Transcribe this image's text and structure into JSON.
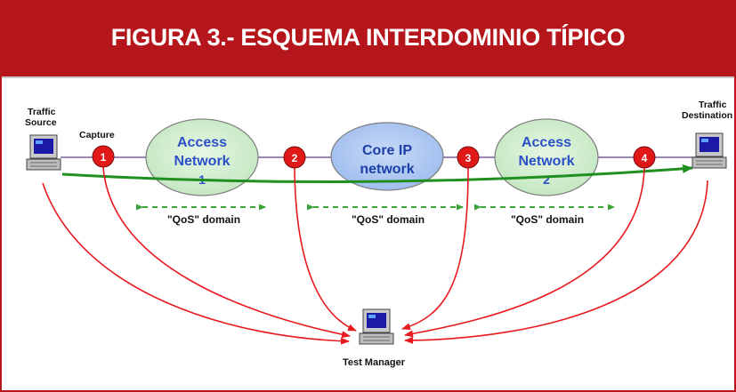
{
  "title": "FIGURA 3.- ESQUEMA INTERDOMINIO TÍPICO",
  "colors": {
    "header_bg": "#b5161b",
    "arrow_red": "#e8191f",
    "green_path": "#1f8f1f",
    "ellipse_green": "#cdeccb",
    "ellipse_blue": "#a9c4ef"
  },
  "nodes": {
    "source": {
      "line1": "Traffic",
      "line2": "Source"
    },
    "destination": {
      "line1": "Traffic",
      "line2": "Destination"
    },
    "test_manager": "Test Manager",
    "capture_label": "Capture"
  },
  "networks": {
    "access1": {
      "line1": "Access",
      "line2": "Network",
      "line3": "1"
    },
    "core": {
      "line1": "Core IP",
      "line2": "network"
    },
    "access2": {
      "line1": "Access",
      "line2": "Network",
      "line3": "2"
    }
  },
  "capture_points": [
    "1",
    "2",
    "3",
    "4"
  ],
  "domains": [
    "\"QoS\" domain",
    "\"QoS\" domain",
    "\"QoS\" domain"
  ]
}
